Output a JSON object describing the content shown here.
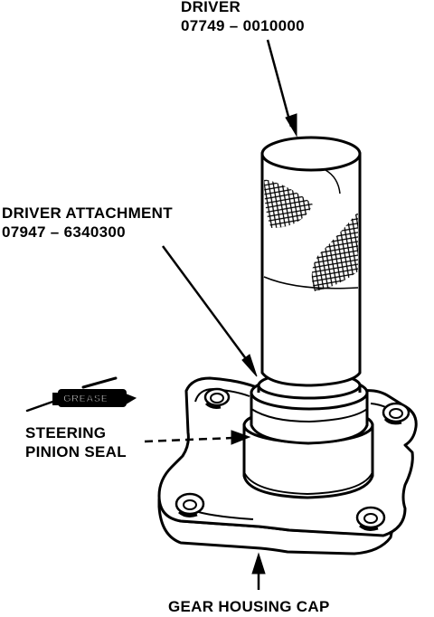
{
  "labels": {
    "driver": {
      "name": "DRIVER",
      "part": "07749 – 0010000"
    },
    "attachment": {
      "name": "DRIVER ATTACHMENT",
      "part": "07947 – 6340300"
    },
    "seal": {
      "line1": "STEERING",
      "line2": "PINION SEAL"
    },
    "cap": "GEAR HOUSING CAP",
    "grease": "GREASE"
  },
  "colors": {
    "ink": "#000000",
    "paper": "#ffffff"
  }
}
